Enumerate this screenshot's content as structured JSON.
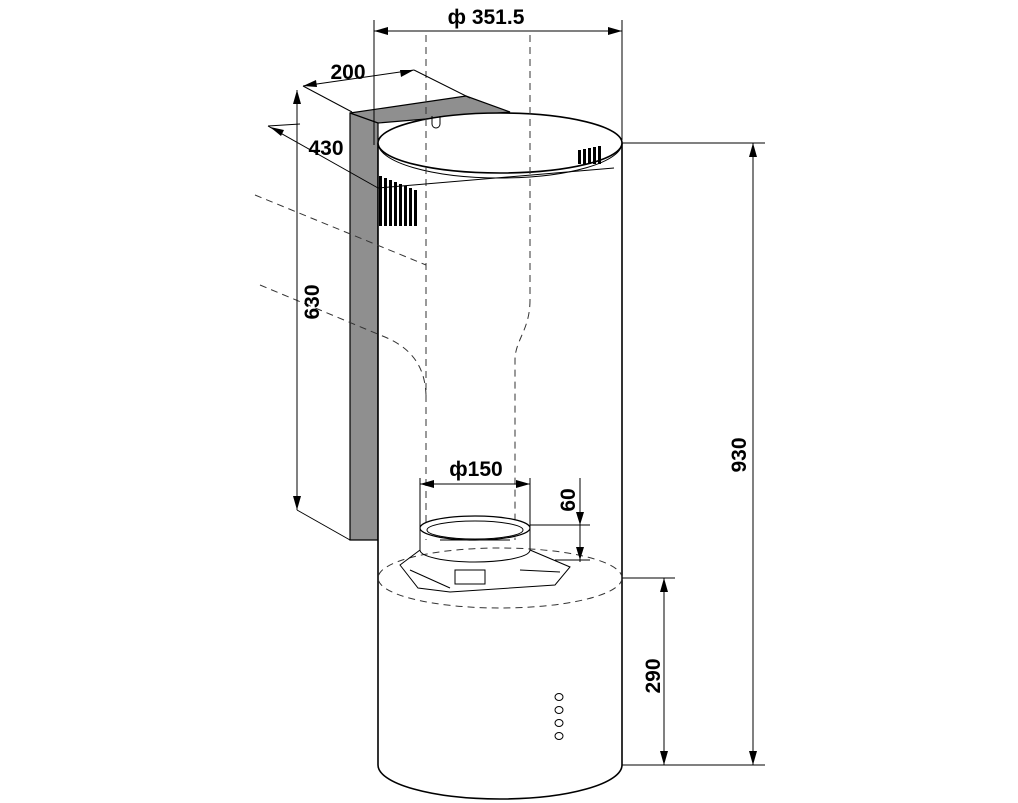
{
  "diagram": {
    "line_color": "#000000",
    "bracket_color": "#8f8f8f",
    "dimensions": {
      "diameter_top": "ф 351.5",
      "depth_200": "200",
      "depth_430": "430",
      "height_630": "630",
      "height_930": "930",
      "diameter_outlet": "ф150",
      "outlet_height": "60",
      "lower_height": "290"
    }
  }
}
